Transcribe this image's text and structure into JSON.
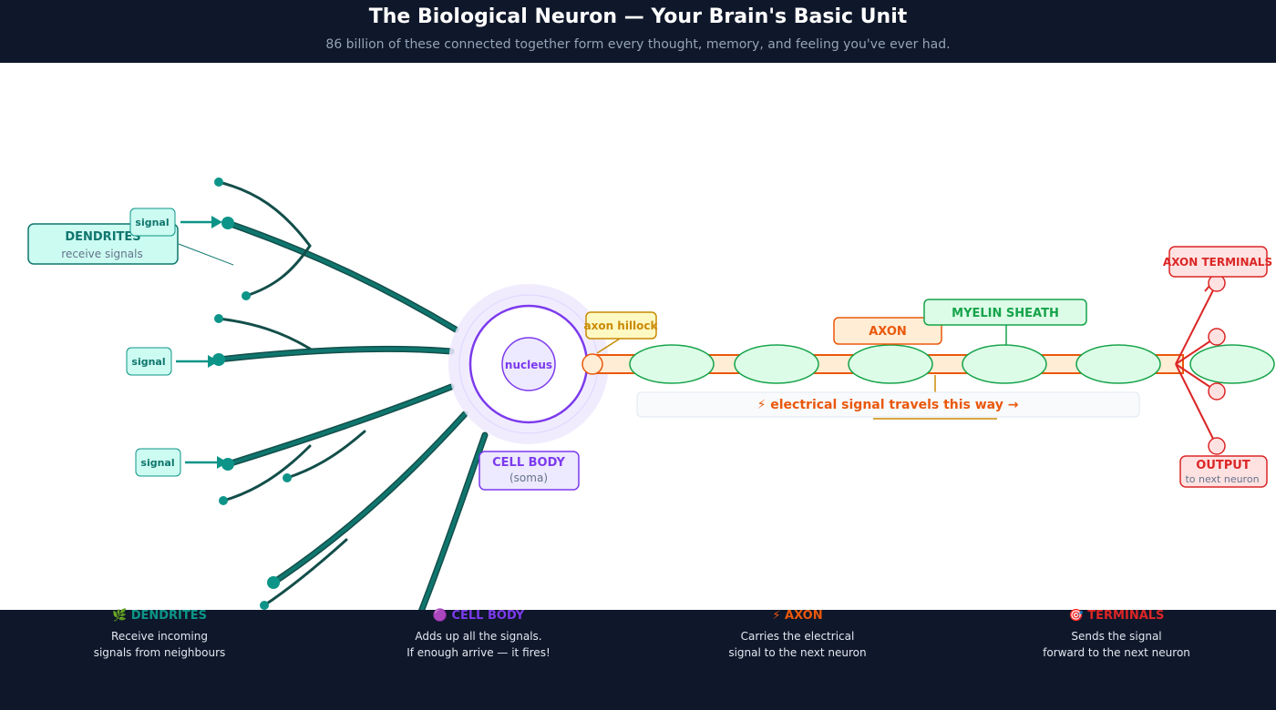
{
  "header": {
    "title": "The Biological Neuron — Your Brain's Basic Unit",
    "subtitle": "86 billion of these connected together form every thought, memory, and feeling you've ever had."
  },
  "labels": {
    "dendrites": {
      "title": "DENDRITES",
      "sub": "receive signals"
    },
    "signal": "signal",
    "nucleus": "nucleus",
    "cell_body": {
      "title": "CELL BODY",
      "sub": "(soma)"
    },
    "axon_hillock": "axon hillock",
    "axon": "AXON",
    "myelin_sheath": "MYELIN SHEATH",
    "signal_direction": "⚡ electrical signal travels this way →",
    "axon_terminals": "AXON TERMINALS",
    "output": {
      "title": "OUTPUT",
      "sub": "to next neuron"
    }
  },
  "footer": [
    {
      "icon": "tree-icon",
      "title": "🌿 DENDRITES",
      "lines": [
        "Receive incoming",
        "signals from neighbours"
      ],
      "color": "#0d9488"
    },
    {
      "icon": "circle-icon",
      "title": "🟣 CELL BODY",
      "lines": [
        "Adds up all the signals.",
        "If enough arrive — it fires!"
      ],
      "color": "#7c3aed"
    },
    {
      "icon": "lightning-icon",
      "title": "⚡ AXON",
      "lines": [
        "Carries the electrical",
        "signal to the next neuron"
      ],
      "color": "#ea580c"
    },
    {
      "icon": "target-icon",
      "title": "🎯 TERMINALS",
      "lines": [
        "Sends the signal",
        "forward to the next neuron"
      ],
      "color": "#dc2626"
    }
  ],
  "colors": {
    "dendrite": "#0f766e",
    "dendrite_dark": "#134e4a",
    "soma": "#7c3aed",
    "axon": "#ea580c",
    "myelin": "#16a34a",
    "terminal": "#dc2626",
    "header_bg": "#0f172a"
  }
}
